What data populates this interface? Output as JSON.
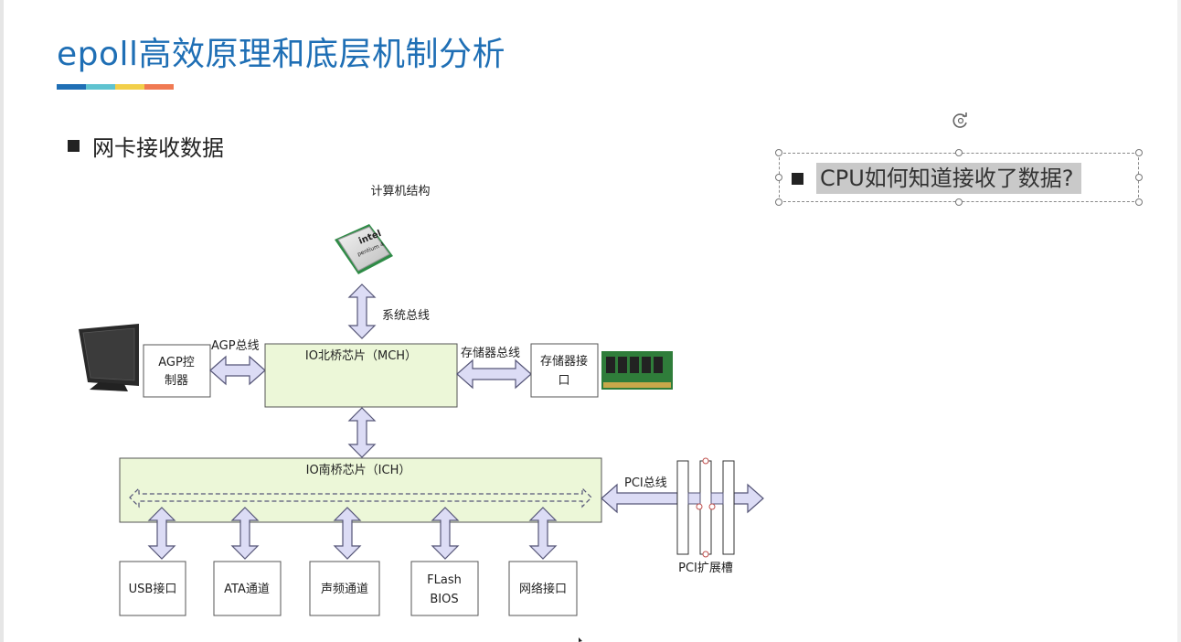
{
  "slide": {
    "title": "epoll高效原理和底层机制分析",
    "accent_colors": [
      "#1f6fb5",
      "#5fc3d0",
      "#f2cf4a",
      "#f07a53"
    ],
    "bullet": "网卡接收数据"
  },
  "callout": {
    "text": "CPU如何知道接收了数据?",
    "highlight_color": "#c9c9c9"
  },
  "diagram": {
    "caption": "计算机结构",
    "cpu_label_brand": "intel",
    "cpu_label_model": "pentium 4",
    "system_bus_label": "系统总线",
    "agp_bus_label": "AGP总线",
    "agp_controller_line1": "AGP控",
    "agp_controller_line2": "制器",
    "northbridge_label": "IO北桥芯片（MCH）",
    "memory_bus_label": "存储器总线",
    "memory_interface_line1": "存储器接",
    "memory_interface_line2": "口",
    "southbridge_label": "IO南桥芯片（ICH）",
    "pci_bus_label": "PCI总线",
    "pci_slot_label": "PCI扩展槽",
    "devices": [
      {
        "label": "USB接口"
      },
      {
        "label": "ATA通道"
      },
      {
        "label": "声频通道"
      },
      {
        "label_line1": "FLash",
        "label_line2": "BIOS"
      },
      {
        "label": "网络接口"
      }
    ],
    "colors": {
      "chip_fill": "#ecf7d8",
      "arrow_fill": "#dcdcf5",
      "arrow_stroke": "#555577",
      "monitor": "#2a2a2a",
      "ram_pcb": "#2f7d3a"
    }
  }
}
